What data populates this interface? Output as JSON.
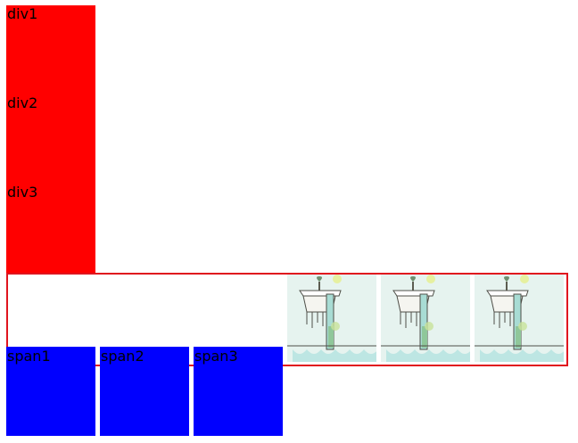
{
  "divs": [
    {
      "label": "div1"
    },
    {
      "label": "div2"
    },
    {
      "label": "div3"
    }
  ],
  "spans": [
    {
      "label": "span1"
    },
    {
      "label": "span2"
    },
    {
      "label": "span3"
    }
  ],
  "images": [
    {
      "alt": "tree-island-illustration"
    },
    {
      "alt": "tree-island-illustration"
    },
    {
      "alt": "tree-island-illustration"
    }
  ],
  "colors": {
    "div_background": "#ff0000",
    "span_background": "#0000ff",
    "frame_border": "#e0141e",
    "image_background": "#e6f3ef"
  }
}
